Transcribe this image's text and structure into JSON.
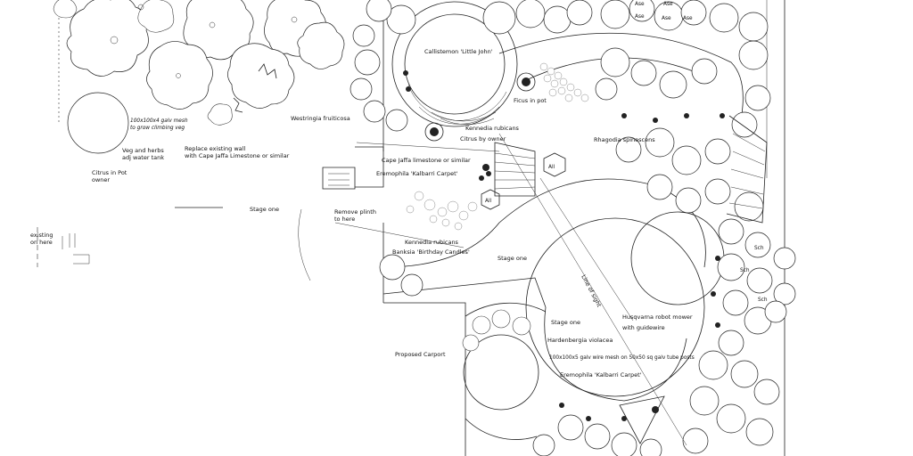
{
  "labels": {
    "callistemon": "Callistemon 'Little John'",
    "ficus": "Ficus in pot",
    "westringia": "Westringia fruiticosa",
    "mesh_top": "100x100x4 galv mesh to grow climbing veg",
    "veg_herbs": "Veg and herbs adj water tank",
    "replace_wall": "Replace existing wall with Cape Jaffa Limestone or similar",
    "citrus_pot": "Citrus in Pot owner",
    "kennedia_top": "Kennedia rubicans",
    "citrus_owner": "Citrus by owner",
    "rhagodia": "Rhagodia spinescens",
    "cape_jaffa": "Cape Jaffa limestone or similar",
    "eremophila_top": "Eremophila 'Kalbarri Carpet'",
    "remove_plinth": "Remove plinth to here",
    "stage_one_left": "Stage one",
    "existing": "existing on here",
    "kennedia_mid": "Kennedia rubicans",
    "banksia": "Banksia 'Birthday Candles'",
    "stage_one_mid": "Stage one",
    "line_of_sight": "Line of sight",
    "stage_one_low": "Stage one",
    "husqvarna": "Husqvarna robot mower with guidewire",
    "hardenbergia": "Hardenbergia violacea",
    "mesh_low": "100x100x5 galv wire mesh on 50x50 sq galv tube posts",
    "eremophila_low": "Eremophila 'Kalbarri Carpet'",
    "proposed_carport": "Proposed Carport",
    "ase": "Ase",
    "all": "All",
    "sch": "Sch"
  }
}
